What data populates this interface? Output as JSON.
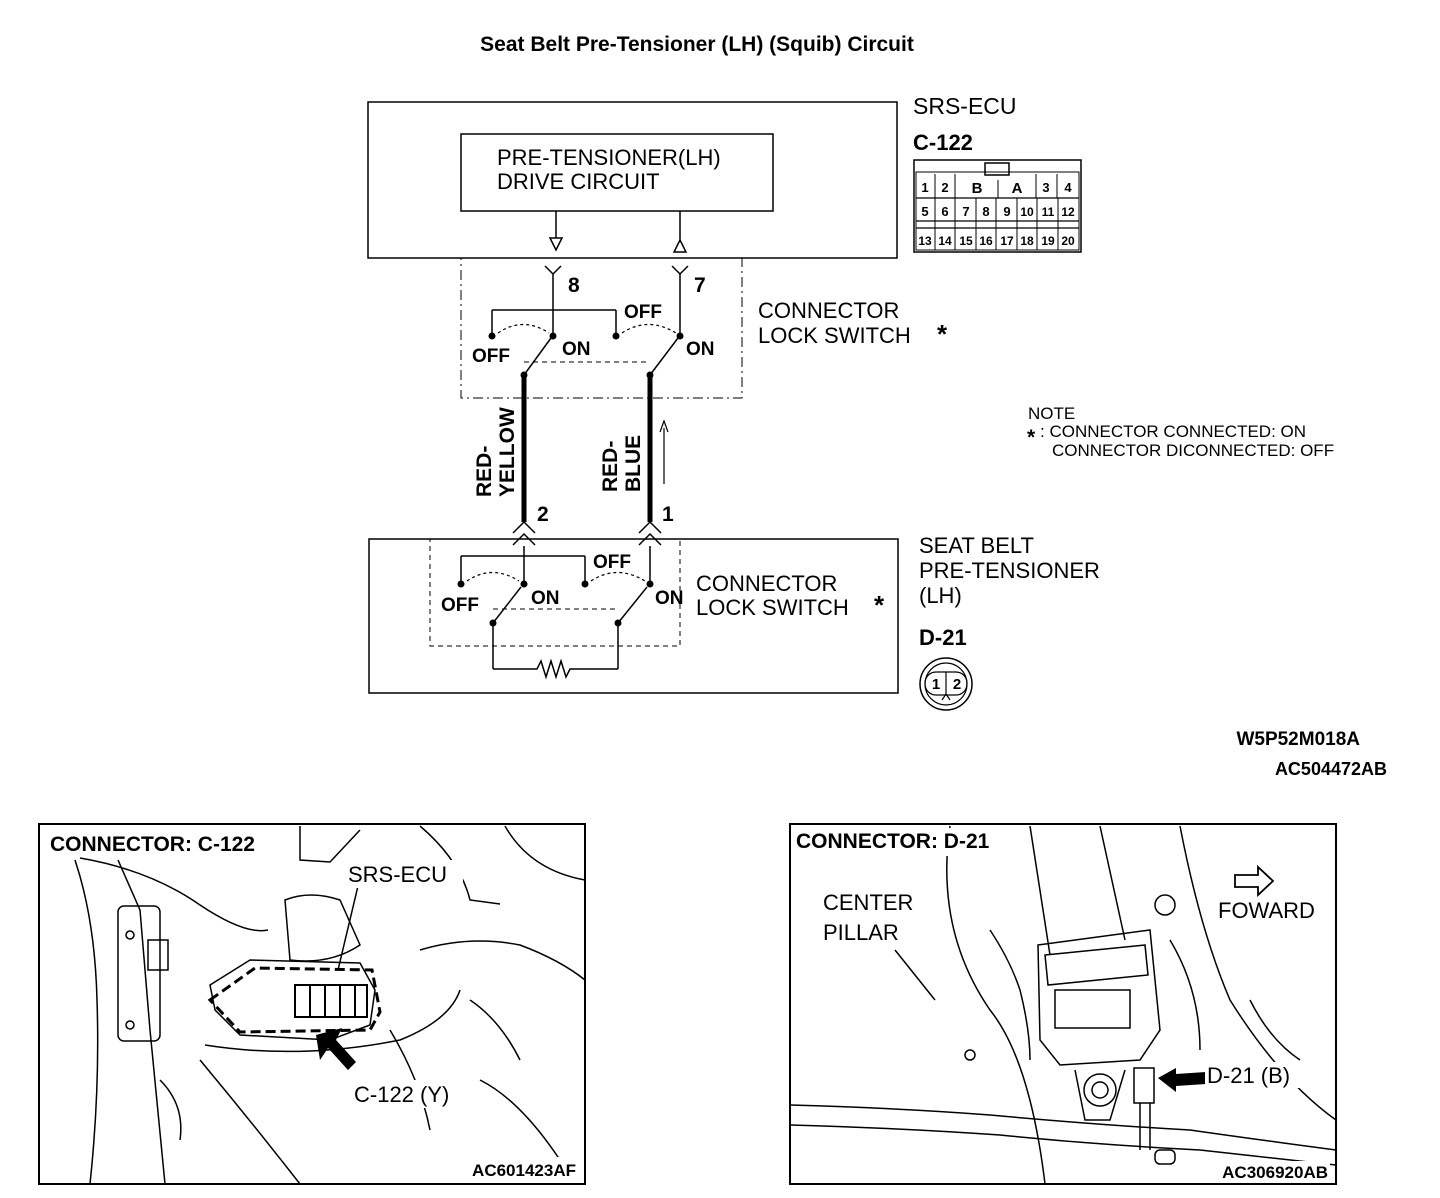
{
  "title": "Seat Belt Pre-Tensioner (LH) (Squib) Circuit",
  "ecu": {
    "name": "SRS-ECU",
    "connector": "C-122",
    "drive_line1": "PRE-TENSIONER(LH)",
    "drive_line2": "DRIVE CIRCUIT",
    "pins_row1": [
      "1",
      "2",
      "B",
      "A",
      "3",
      "4"
    ],
    "pins_row2": [
      "5",
      "6",
      "7",
      "8",
      "9",
      "10",
      "11",
      "12"
    ],
    "pins_row3": [
      "13",
      "14",
      "15",
      "16",
      "17",
      "18",
      "19",
      "20"
    ],
    "pin_left": "8",
    "pin_right": "7",
    "lock_line1": "CONNECTOR",
    "lock_line2": "LOCK SWITCH",
    "star": "*"
  },
  "switch_labels": {
    "off": "OFF",
    "on": "ON"
  },
  "wires": {
    "left_top": "RED-",
    "left_bottom": "YELLOW",
    "right_top": "RED-",
    "right_bottom": "BLUE"
  },
  "pretensioner": {
    "line1": "SEAT BELT",
    "line2": "PRE-TENSIONER",
    "line3": "(LH)",
    "connector": "D-21",
    "pin_left": "2",
    "pin_right": "1",
    "conn_pin_a": "1",
    "conn_pin_b": "2",
    "lock_line1": "CONNECTOR",
    "lock_line2": "LOCK SWITCH",
    "star": "*"
  },
  "note": {
    "title": "NOTE",
    "star": "*",
    "line1": ": CONNECTOR CONNECTED: ON",
    "line2": "CONNECTOR DICONNECTED: OFF"
  },
  "codes": {
    "diagram": "W5P52M018A",
    "figure": "AC504472AB"
  },
  "photo_left": {
    "header": "CONNECTOR: C-122",
    "label_ecu": "SRS-ECU",
    "label_conn": "C-122 (Y)",
    "code": "AC601423AF"
  },
  "photo_right": {
    "header": "CONNECTOR: D-21",
    "label_pillar1": "CENTER",
    "label_pillar2": "PILLAR",
    "label_forward": "FOWARD",
    "label_conn": "D-21 (B)",
    "code": "AC306920AB"
  }
}
